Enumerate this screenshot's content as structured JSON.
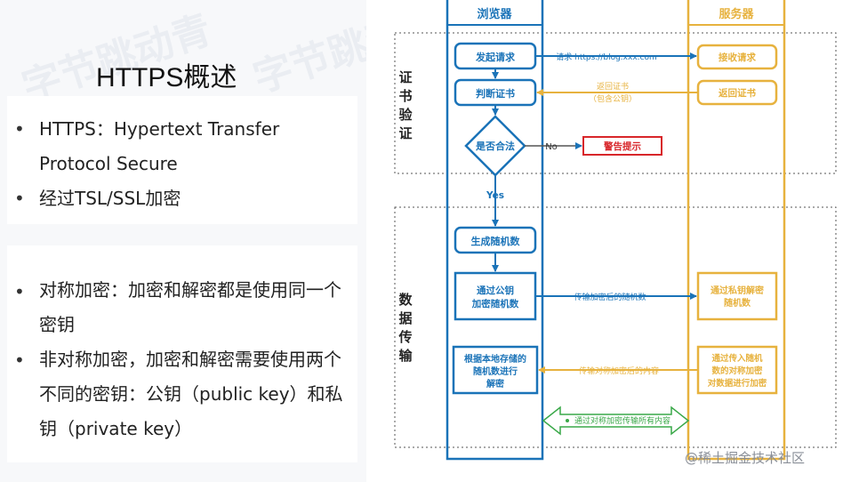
{
  "watermarks": [
    "字节跳动青",
    "字节跳动青"
  ],
  "page_title": "HTTPS概述",
  "card1": {
    "items": [
      {
        "text": "HTTPS：Hypertext Transfer Protocol Secure"
      },
      {
        "text": "经过TSL/SSL加密"
      }
    ]
  },
  "card2": {
    "items": [
      {
        "text": "对称加密：加密和解密都是使用同一个密钥"
      },
      {
        "text": "非对称加密，加密和解密需要使用两个不同的密钥：公钥（public key）和私钥（private key）"
      }
    ]
  },
  "diagram": {
    "lane_browser": "浏览器",
    "lane_server": "服务器",
    "section_cert": [
      "证",
      "书",
      "验",
      "证"
    ],
    "section_data": [
      "数",
      "据",
      "传",
      "输"
    ],
    "boxes": {
      "send_request": "发起请求",
      "judge_cert": "判断证书",
      "legal": "是否合法",
      "warning": "警告提示",
      "gen_random": "生成随机数",
      "encrypt_random": [
        "通过公钥",
        "加密随机数"
      ],
      "decrypt_local": [
        "根据本地存储的",
        "随机数进行",
        "解密"
      ],
      "receive_request": "接收请求",
      "return_cert_box": "返回证书",
      "decrypt_private": [
        "通过私钥解密",
        "随机数"
      ],
      "encrypt_sym": [
        "通过传入随机",
        "数的对称加密",
        "对数据进行加密"
      ]
    },
    "arrows": {
      "request_url": "请求 https://blog.xxx.com",
      "return_cert": [
        "返回证书",
        "（包含公钥）"
      ],
      "no": "No",
      "yes": "Yes",
      "send_encrypted": "传输加密后的随机数",
      "send_sym_content": "传输对称加密后的内容",
      "all_sym": "通过对称加密传输所有内容"
    },
    "colors": {
      "browser_blue": "#1a73b8",
      "server_gold": "#e7b23e",
      "warning_red": "#d8262a",
      "green": "#39a848"
    }
  },
  "footer_watermark": "@稀土掘金技术社区"
}
